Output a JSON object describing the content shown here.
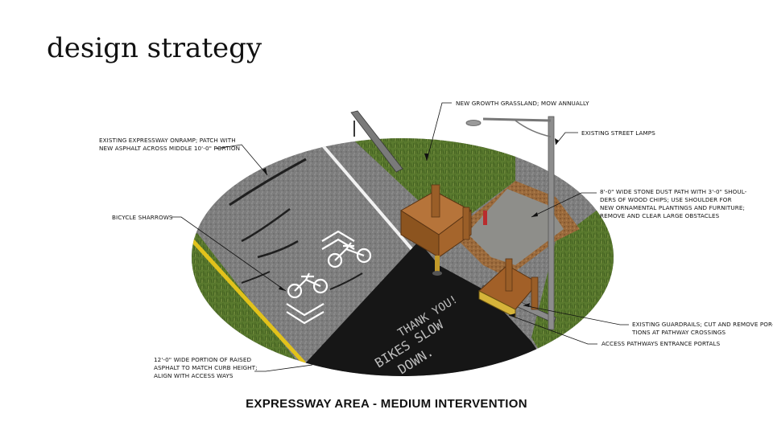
{
  "title": "design strategy",
  "caption": "EXPRESSWAY AREA - MEDIUM INTERVENTION",
  "road_marking": {
    "text_lines": [
      "BIKES SLOW",
      "DOWN.",
      "THANK YOU!"
    ]
  },
  "annotations": {
    "onramp": [
      "EXISTING EXPRESSWAY ONRAMP; PATCH WITH",
      "NEW ASPHALT ACROSS MIDDLE 10'-0\" PORTION"
    ],
    "grassland": [
      "NEW GROWTH GRASSLAND; MOW ANNUALLY"
    ],
    "street_lamps": [
      "EXISTING STREET LAMPS"
    ],
    "sharrows": [
      "BICYCLE SHARROWS"
    ],
    "stone_path": [
      "8'-0\" WIDE STONE DUST PATH WITH 3'-0\" SHOUL-",
      "DERS OF WOOD CHIPS; USE SHOULDER FOR",
      "NEW ORNAMENTAL PLANTINGS AND FURNITURE;",
      "REMOVE AND CLEAR LARGE OBSTACLES"
    ],
    "guardrails": [
      "EXISTING GUARDRAILS; CUT AND REMOVE POR-",
      "TIONS AT PATHWAY CROSSINGS"
    ],
    "portals": [
      "ACCESS PATHWAYS ENTRANCE PORTALS"
    ],
    "raised_asphalt": [
      "12'-0\" WIDE PORTION OF RAISED",
      "ASPHALT TO MATCH CURB HEIGHT;",
      "ALIGN WITH ACCESS WAYS"
    ]
  }
}
